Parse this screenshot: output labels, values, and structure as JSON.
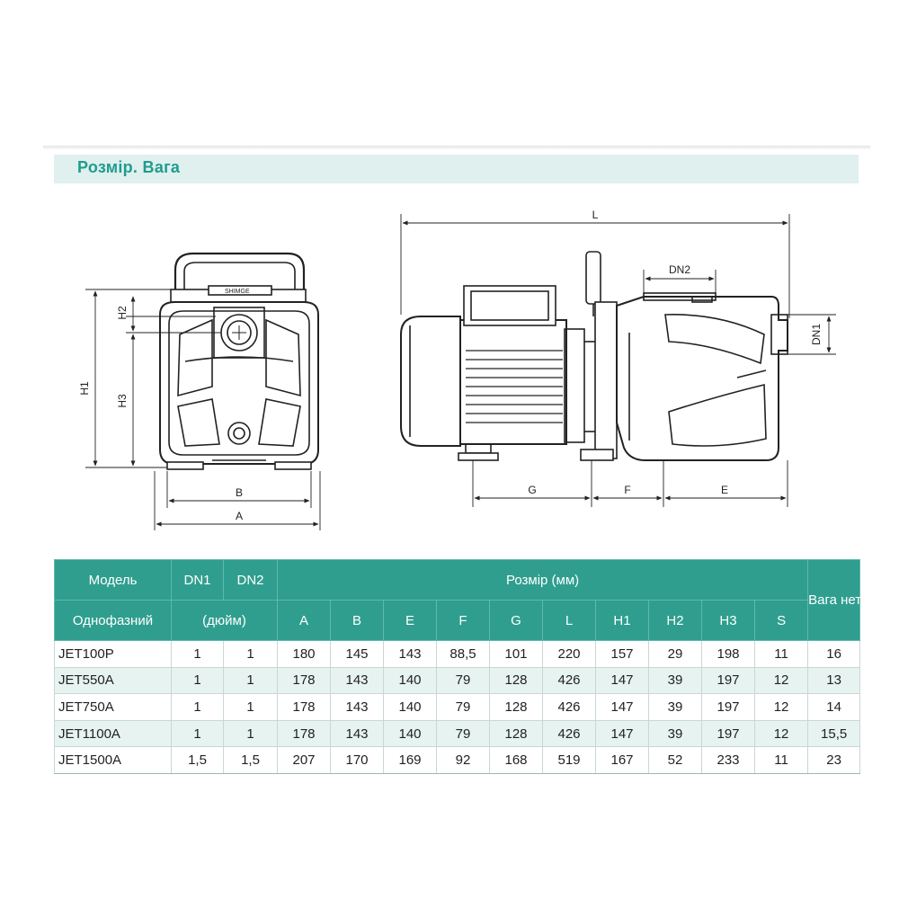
{
  "section": {
    "title": "Розмір. Вага"
  },
  "drawing_labels": {
    "L": "L",
    "DN2": "DN2",
    "DN1": "DN1",
    "G": "G",
    "F": "F",
    "E": "E",
    "H1": "H1",
    "H2": "H2",
    "H3": "H3",
    "A": "A",
    "B": "B",
    "brand": "SHIMGE"
  },
  "table": {
    "header": {
      "model": "Модель",
      "dn1": "DN1",
      "dn2": "DN2",
      "size_group": "Розмір (мм)",
      "weight": "Вага нетто (кг)"
    },
    "subheader": {
      "single_phase": "Однофазний",
      "inch": "(дюйм)",
      "cols": [
        "A",
        "B",
        "E",
        "F",
        "G",
        "L",
        "H1",
        "H2",
        "H3",
        "S"
      ]
    },
    "rows": [
      {
        "model": "JET100P",
        "dn1": "1",
        "dn2": "1",
        "A": "180",
        "B": "145",
        "E": "143",
        "F": "88,5",
        "G": "101",
        "L": "220",
        "H1": "157",
        "H2": "29",
        "H3": "198",
        "S": "11",
        "weight": "16"
      },
      {
        "model": "JET550A",
        "dn1": "1",
        "dn2": "1",
        "A": "178",
        "B": "143",
        "E": "140",
        "F": "79",
        "G": "128",
        "L": "426",
        "H1": "147",
        "H2": "39",
        "H3": "197",
        "S": "12",
        "weight": "13"
      },
      {
        "model": "JET750A",
        "dn1": "1",
        "dn2": "1",
        "A": "178",
        "B": "143",
        "E": "140",
        "F": "79",
        "G": "128",
        "L": "426",
        "H1": "147",
        "H2": "39",
        "H3": "197",
        "S": "12",
        "weight": "14"
      },
      {
        "model": "JET1100A",
        "dn1": "1",
        "dn2": "1",
        "A": "178",
        "B": "143",
        "E": "140",
        "F": "79",
        "G": "128",
        "L": "426",
        "H1": "147",
        "H2": "39",
        "H3": "197",
        "S": "12",
        "weight": "15,5"
      },
      {
        "model": "JET1500A",
        "dn1": "1,5",
        "dn2": "1,5",
        "A": "207",
        "B": "170",
        "E": "169",
        "F": "92",
        "G": "168",
        "L": "519",
        "H1": "167",
        "H2": "52",
        "H3": "233",
        "S": "11",
        "weight": "23"
      }
    ]
  },
  "colors": {
    "accent": "#2f9e8f",
    "title": "#1f9c8e",
    "band": "#dff0ee",
    "row_alt": "#e6f3f1"
  }
}
